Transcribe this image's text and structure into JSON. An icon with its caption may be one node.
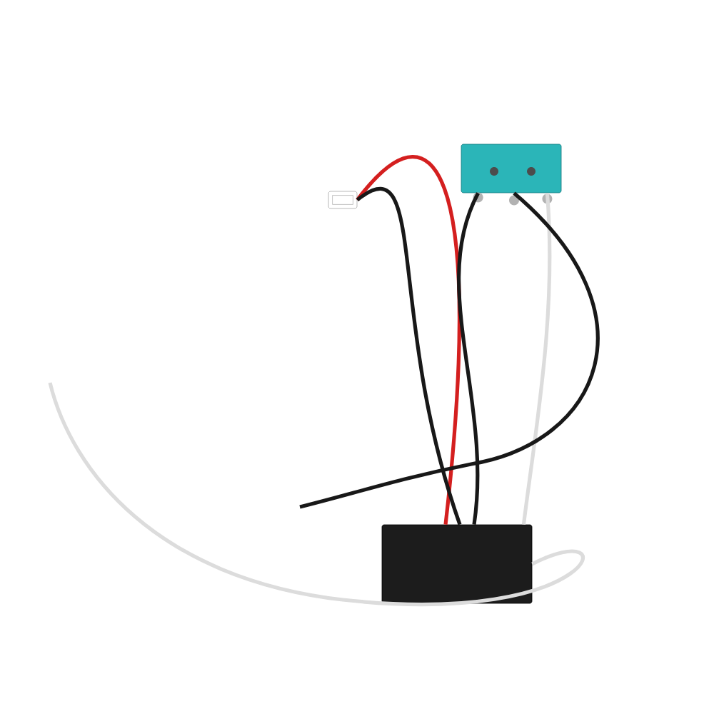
{
  "diagram": {
    "nodes": [
      {
        "text": [],
        "shape": "box"
      },
      {
        "text": [],
        "shape": "box"
      },
      {
        "text": [],
        "shape": "box"
      }
    ],
    "edges": [
      {
        "from": 0,
        "to": 2,
        "arrow": "none",
        "color": "#d41f1f"
      },
      {
        "from": 0,
        "to": 2,
        "arrow": "none"
      },
      {
        "from": 1,
        "to": 2,
        "arrow": "none"
      },
      {
        "from": 1,
        "to": 2,
        "arrow": "none",
        "color": "#dcdcdc"
      },
      {
        "from": 1,
        "to": null,
        "arrow": "none"
      },
      {
        "from": 2,
        "to": null,
        "arrow": "none",
        "color": "#dcdcdc"
      }
    ]
  }
}
